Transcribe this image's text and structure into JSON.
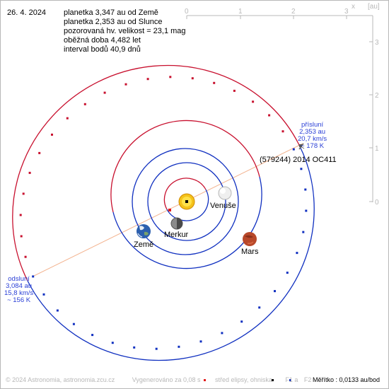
{
  "date": "26. 4. 2024",
  "info_lines": [
    "planetka 3,347 au od Země",
    "planetka 2,353 au od Slunce",
    "pozorovaná hv. velikost = 23,1 mag",
    "oběžná doba 4,482 let",
    "interval bodů 40,9 dnů"
  ],
  "asteroid_label": "(579244) 2014 OC411",
  "perihelion": {
    "title": "přísluní",
    "dist": "2,353 au",
    "speed": "20,7 km/s",
    "temp": "~ 178 K"
  },
  "aphelion": {
    "title": "odsluní",
    "dist": "3,084 au",
    "speed": "15,8 km/s",
    "temp": "~ 156 K"
  },
  "planets": {
    "venus": "Venuše",
    "earth": "Země",
    "mercury": "Merkur",
    "mars": "Mars"
  },
  "axis": {
    "unit_label": "x",
    "unit_label2": "[au]",
    "x_ticks": [
      "0",
      "1",
      "2",
      "3"
    ],
    "y_ticks": [
      "3",
      "2",
      "1",
      "0"
    ]
  },
  "footer": {
    "copyright": "© 2024 Astronomia, astronomia.zcu.cz",
    "generated": "Vygenerováno za 0,08 s",
    "legend_center": "střed elipsy, ohniska",
    "legend_f1": "F1 a",
    "legend_f2": "F2",
    "scale": "Měřítko : 0,0133 au/bod"
  },
  "colors": {
    "orbit_red": "#c8102e",
    "orbit_blue": "#1030c0",
    "axis_gray": "#b8b8b8",
    "note_blue": "#2a3fd6"
  }
}
